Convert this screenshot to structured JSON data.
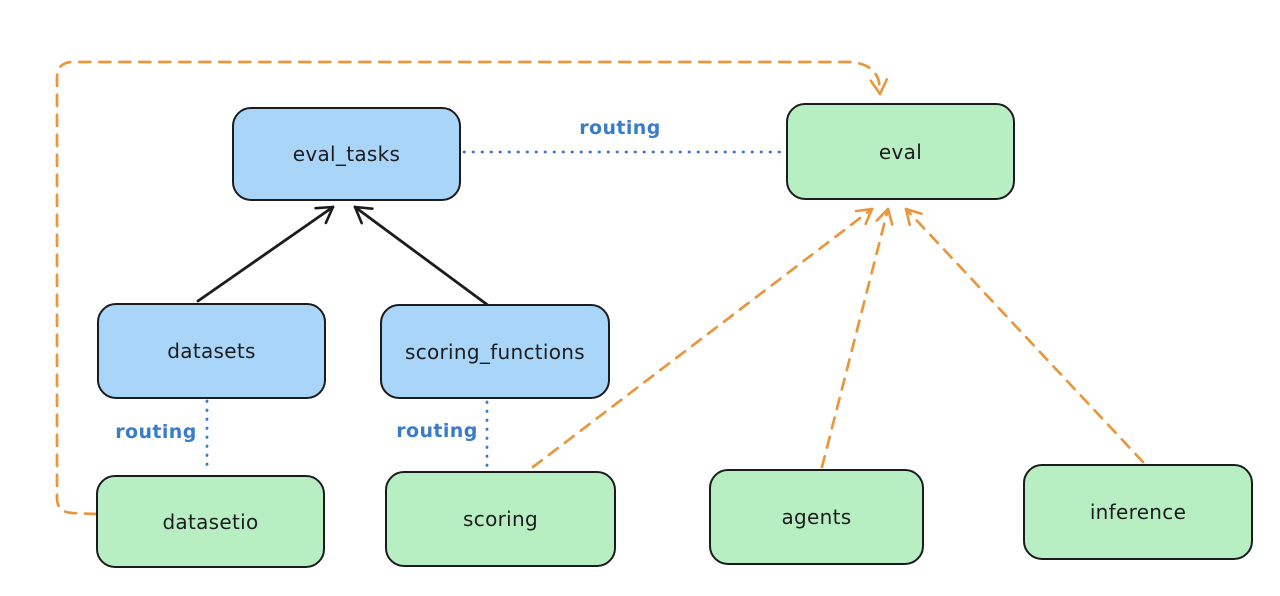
{
  "diagram": {
    "nodes": [
      {
        "id": "eval_tasks",
        "label": "eval_tasks",
        "color": "blue"
      },
      {
        "id": "eval",
        "label": "eval",
        "color": "green"
      },
      {
        "id": "datasets",
        "label": "datasets",
        "color": "blue"
      },
      {
        "id": "scoring_functions",
        "label": "scoring_functions",
        "color": "blue"
      },
      {
        "id": "datasetio",
        "label": "datasetio",
        "color": "green"
      },
      {
        "id": "scoring",
        "label": "scoring",
        "color": "green"
      },
      {
        "id": "agents",
        "label": "agents",
        "color": "green"
      },
      {
        "id": "inference",
        "label": "inference",
        "color": "green"
      }
    ],
    "edge_labels": [
      {
        "text": "routing",
        "between": "eval_tasks-eval"
      },
      {
        "text": "routing",
        "between": "datasets-datasetio"
      },
      {
        "text": "routing",
        "between": "scoring_functions-scoring"
      }
    ],
    "edges": [
      {
        "from": "datasets",
        "to": "eval_tasks",
        "style": "solid-black-arrow"
      },
      {
        "from": "scoring_functions",
        "to": "eval_tasks",
        "style": "solid-black-arrow"
      },
      {
        "from": "eval_tasks",
        "to": "eval",
        "style": "dotted-blue",
        "label": "routing"
      },
      {
        "from": "datasets",
        "to": "datasetio",
        "style": "dotted-blue",
        "label": "routing"
      },
      {
        "from": "scoring_functions",
        "to": "scoring",
        "style": "dotted-blue",
        "label": "routing"
      },
      {
        "from": "datasetio",
        "to": "eval",
        "style": "dashed-orange-arrow"
      },
      {
        "from": "scoring",
        "to": "eval",
        "style": "dashed-orange-arrow"
      },
      {
        "from": "agents",
        "to": "eval",
        "style": "dashed-orange-arrow"
      },
      {
        "from": "inference",
        "to": "eval",
        "style": "dashed-orange-arrow"
      }
    ],
    "colors": {
      "blue_fill": "#a9d5f8",
      "green_fill": "#b8efc2",
      "node_stroke": "#1c1c1f",
      "orange": "#e8973c",
      "blue_line": "#3a7cc9",
      "background": "#ffffff"
    }
  }
}
